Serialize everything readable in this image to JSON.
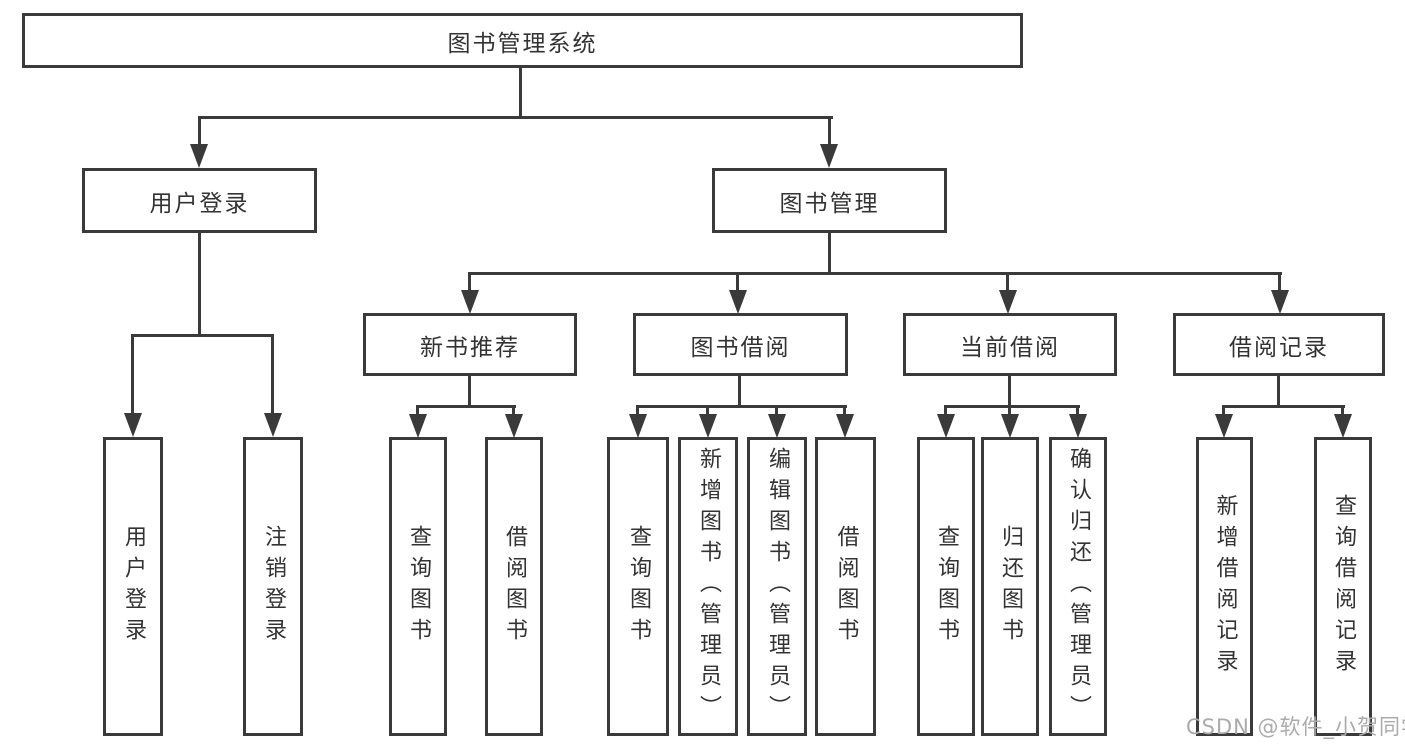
{
  "diagram": {
    "title_node": {
      "label": "图书管理系统"
    },
    "level2": [
      {
        "label": "用户登录"
      },
      {
        "label": "图书管理"
      }
    ],
    "level3": [
      {
        "label": "新书推荐"
      },
      {
        "label": "图书借阅"
      },
      {
        "label": "当前借阅"
      },
      {
        "label": "借阅记录"
      }
    ],
    "leaves": [
      {
        "label": "用户登录"
      },
      {
        "label": "注销登录"
      },
      {
        "label": "查询图书"
      },
      {
        "label": "借阅图书"
      },
      {
        "label": "查询图书"
      },
      {
        "label": "新增图书（管理员）"
      },
      {
        "label": "编辑图书（管理员）"
      },
      {
        "label": "借阅图书"
      },
      {
        "label": "查询图书"
      },
      {
        "label": "归还图书"
      },
      {
        "label": "确认归还（管理员）"
      },
      {
        "label": "新增借阅记录"
      },
      {
        "label": "查询借阅记录"
      }
    ],
    "colors": {
      "line": "#3a3a3a",
      "text": "#333333",
      "background": "#ffffff",
      "watermark": "#ababab"
    }
  },
  "watermark": {
    "text": "CSDN @软件_小贺同学"
  }
}
